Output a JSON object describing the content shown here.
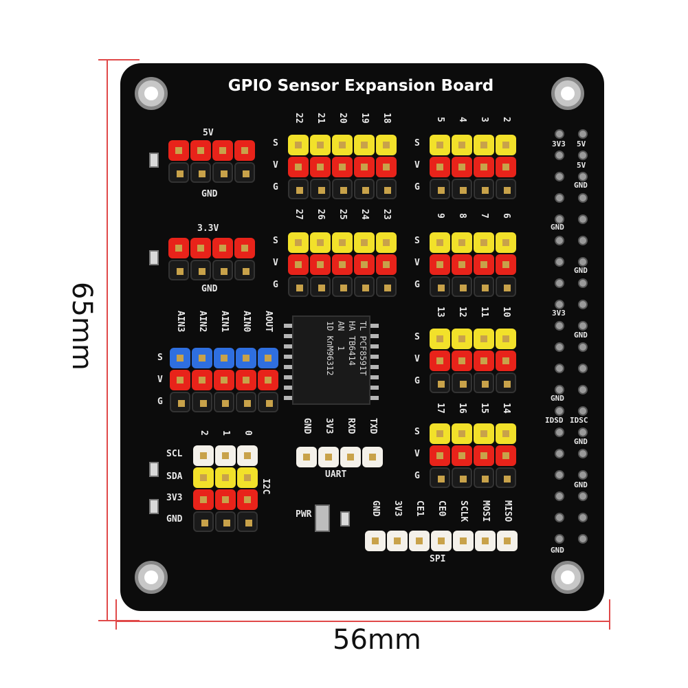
{
  "dimensions": {
    "height_label": "65mm",
    "width_label": "56mm"
  },
  "board": {
    "title": "GPIO Sensor Expansion Board",
    "power_5v": {
      "top_label": "5V",
      "bottom_label": "GND"
    },
    "power_3v3": {
      "top_label": "3.3V",
      "bottom_label": "GND"
    },
    "row_labels": {
      "signal": "S",
      "vcc": "V",
      "ground": "G"
    },
    "gpio_block_1": [
      "22",
      "21",
      "20",
      "19",
      "18"
    ],
    "gpio_block_2": [
      "5",
      "4",
      "3",
      "2"
    ],
    "gpio_block_3": [
      "27",
      "26",
      "25",
      "24",
      "23"
    ],
    "gpio_block_4": [
      "9",
      "8",
      "7",
      "6"
    ],
    "gpio_block_5": [
      "13",
      "12",
      "11",
      "10"
    ],
    "gpio_block_6": [
      "17",
      "16",
      "15",
      "14"
    ],
    "analog_labels": [
      "AIN3",
      "AIN2",
      "AIN1",
      "AIN0",
      "AOUT"
    ],
    "chip_text": [
      "TL PCF8591T",
      "HA TB6414",
      "AN   1",
      "1D KnM96312"
    ],
    "uart": {
      "pins": [
        "GND",
        "3V3",
        "RXD",
        "TXD"
      ],
      "label": "UART"
    },
    "i2c": {
      "columns": [
        "2",
        "1",
        "0"
      ],
      "rows": [
        "SCL",
        "SDA",
        "3V3",
        "GND"
      ],
      "label": "I2C"
    },
    "pwr_label": "PWR",
    "spi": {
      "pins": [
        "GND",
        "3V3",
        "CE1",
        "CE0",
        "SCLK",
        "MOSI",
        "MISO"
      ],
      "label": "SPI"
    },
    "header_labels": {
      "l_3v3_top": "3V3",
      "r_5v_top": "5V",
      "r_5v_2": "5V",
      "r_gnd_1": "GND",
      "l_gnd_1": "GND",
      "r_gnd_2": "GND",
      "l_3v3_2": "3V3",
      "r_gnd_3": "GND",
      "l_gnd_2": "GND",
      "l_idsd": "IDSD",
      "r_idsc": "IDSC",
      "r_gnd_4": "GND",
      "r_gnd_5": "GND",
      "l_gnd_3": "GND"
    },
    "colors": {
      "board": "#0c0c0c",
      "signal_yellow": "#f2e12a",
      "vcc_red": "#e8231a",
      "ground_black": "#1a1a1a",
      "analog_blue": "#2f6fe0",
      "white_pin": "#f4f1ea",
      "dimension_line": "#e04848"
    }
  }
}
